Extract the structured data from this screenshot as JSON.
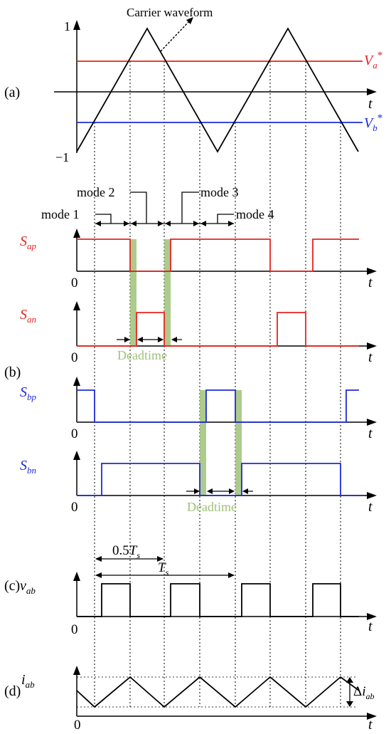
{
  "panels": {
    "a": "(a)",
    "b": "(b)",
    "c": "(c)",
    "d": "(d)"
  },
  "carrier_label": "Carrier waveform",
  "scale": {
    "top": "1",
    "bottom": "−1"
  },
  "refs": {
    "va": {
      "base": "V",
      "sub": "a",
      "sup": "*"
    },
    "vb": {
      "base": "V",
      "sub": "b",
      "sup": "*"
    }
  },
  "t_label": "t",
  "zero_label": "0",
  "modes": [
    "mode 1",
    "mode 2",
    "mode 3",
    "mode 4"
  ],
  "signals": {
    "sap": {
      "base": "S",
      "sub": "ap"
    },
    "san": {
      "base": "S",
      "sub": "an"
    },
    "sbp": {
      "base": "S",
      "sub": "bp"
    },
    "sbn": {
      "base": "S",
      "sub": "bn"
    },
    "vab": {
      "base": "v",
      "sub": "ab"
    },
    "iab": {
      "base": "i",
      "sub": "ab"
    }
  },
  "deadtime_label": "Deadtime",
  "half_period": {
    "prefix": "0.5",
    "base": "T",
    "sub": "s"
  },
  "period": {
    "base": "T",
    "sub": "s"
  },
  "ripple": {
    "prefix": "Δ",
    "base": "i",
    "sub": "ab"
  },
  "colors": {
    "phase_a": "#e8231f",
    "phase_b": "#1f2bd6",
    "deadtime": "#9fc27a",
    "ink": "#000000"
  }
}
